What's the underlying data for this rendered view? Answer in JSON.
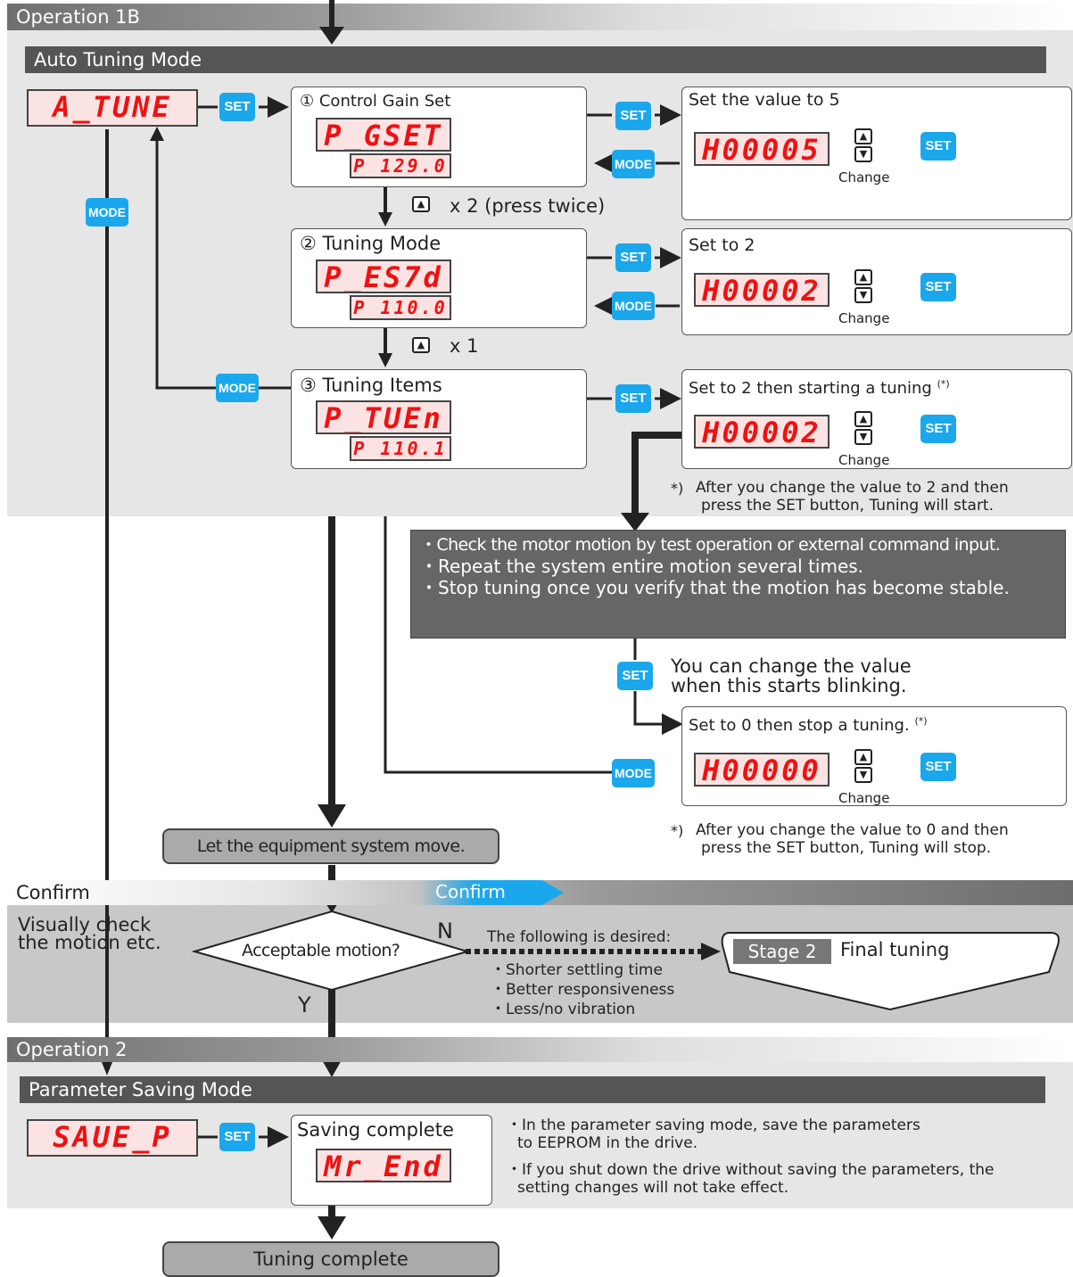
{
  "op1b": {
    "title": "Operation 1B"
  },
  "atm": {
    "title": "Auto Tuning Mode"
  },
  "lcd": {
    "atune": "A_TUNE",
    "pgset": "P_GSET",
    "p1290": "P 129.0",
    "pestd": "P_ES7d",
    "p1100": "P 110.0",
    "ptuen": "P_TUEn",
    "p1101": "P 110.1",
    "v5": "H00005",
    "v2": "H00002",
    "v0": "H00000",
    "savep": "SAUE_P",
    "mrend": "Mr_End"
  },
  "buttons": {
    "set": "SET",
    "mode": "MODE"
  },
  "step1": {
    "title": "① Control Gain Set",
    "set_title": "Set the value to 5"
  },
  "step2": {
    "title": "② Tuning Mode",
    "set_title": "Set to 2"
  },
  "step3": {
    "title": "③ Tuning Items",
    "set_title": "Set to 2 then starting a tuning",
    "ref": "(*)"
  },
  "arrows": {
    "press2": "x 2 (press twice)",
    "press1": "x 1"
  },
  "change": "Change",
  "note1": {
    "mark": "*)",
    "line1": "After you change the value to 2 and then",
    "line2": "press the SET button, Tuning will start."
  },
  "panel": {
    "line1": "・Check the motor motion by test operation or external command input.",
    "line2": "・Repeat the system entire motion several times.",
    "line3": "・Stop tuning once you verify that the motion has become stable."
  },
  "blink": {
    "line1": "You can change the value",
    "line2": "when this starts blinking."
  },
  "stop": {
    "title": "Set to 0 then stop a tuning.",
    "ref": "(*)"
  },
  "note2": {
    "mark": "*)",
    "line1": "After you change the value to 0 and then",
    "line2": "press the SET button, Tuning will stop."
  },
  "move": {
    "label": "Let the equipment system move."
  },
  "confirm": {
    "band": "Confirm",
    "tag": "Confirm",
    "desc1": "Visually check",
    "desc2": "the motion etc.",
    "question": "Acceptable motion?",
    "yes": "Y",
    "no": "N",
    "desired": "The following is desired:",
    "b1": "・Shorter settling time",
    "b2": "・Better responsiveness",
    "b3": "・Less/no vibration",
    "stage_tag": "Stage 2",
    "stage_label": "Final tuning"
  },
  "op2": {
    "title": "Operation 2"
  },
  "psm": {
    "title": "Parameter Saving Mode",
    "box": "Saving complete",
    "n1a": "・In the parameter saving mode, save the parameters",
    "n1b": "to EEPROM in the drive.",
    "n2a": "・If you shut down the drive without saving the parameters, the",
    "n2b": "setting changes will not take effect."
  },
  "done": {
    "label": "Tuning complete"
  },
  "colors": {
    "button": "#1aa7ec",
    "lcd_text": "#ee1111",
    "band_dark": "#555555"
  }
}
